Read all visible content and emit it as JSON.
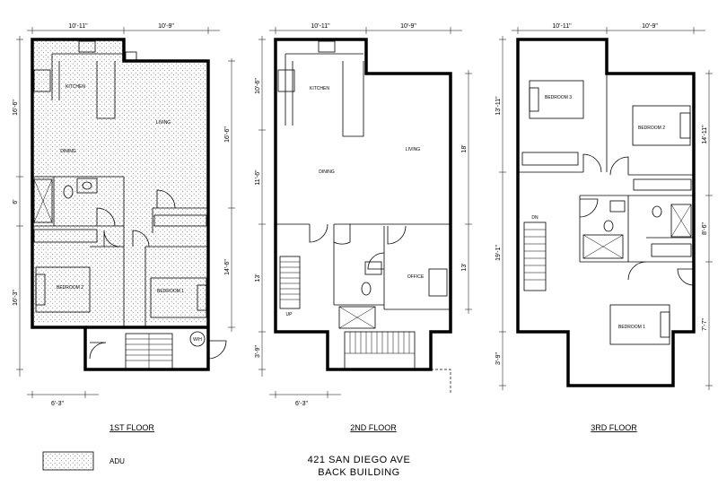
{
  "plans": [
    {
      "caption": "1ST FLOOR",
      "top_dims": [
        "10'-11\"",
        "10'-9\""
      ],
      "left_dims": [
        "16'-6\"",
        "6'",
        "16'-3\""
      ],
      "right_dims": [
        "16'-6\"",
        "14'-6\""
      ],
      "bottom_dim": "6'-3\"",
      "rooms": [
        "KITCHEN",
        "LIVING",
        "DINING",
        "BEDROOM 2",
        "BEDROOM 1"
      ],
      "tag": "W/H"
    },
    {
      "caption": "2ND FLOOR",
      "top_dims": [
        "10'-11\"",
        "10'-9\""
      ],
      "left_dims": [
        "10'-6\"",
        "11'-6\"",
        "13'",
        "3'-9\""
      ],
      "right_dims": [
        "18'",
        "13'"
      ],
      "bottom_dim": "6'-3\"",
      "rooms": [
        "KITCHEN",
        "DINING",
        "LIVING",
        "OFFICE"
      ],
      "stair_label": "UP"
    },
    {
      "caption": "3RD FLOOR",
      "top_dims": [
        "10'-11\"",
        "10'-9\""
      ],
      "left_dims": [
        "13'-11\"",
        "19'-1\"",
        "3'-9\""
      ],
      "right_dims": [
        "14'-11\"",
        "8'-6\"",
        "7'-7\""
      ],
      "rooms": [
        "BEDROOM 3",
        "BEDROOM 2",
        "BEDROOM 1"
      ],
      "stair_label": "DN"
    }
  ],
  "legend": {
    "label": "ADU"
  },
  "title": {
    "line1": "421 SAN DIEGO AVE",
    "line2": "BACK BUILDING"
  }
}
